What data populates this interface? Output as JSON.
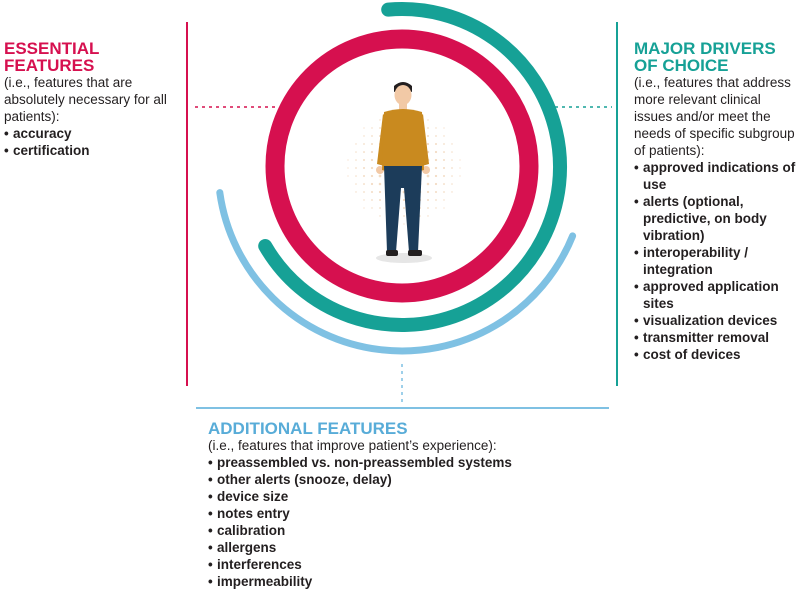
{
  "colors": {
    "essential": "#d6104f",
    "drivers": "#16a196",
    "additional": "#7fc1e3",
    "shirt": "#c98a1f",
    "pants": "#1c3c5a",
    "skin": "#f2c9a6",
    "hair": "#231f20",
    "dots": "#f3dcc4"
  },
  "essential": {
    "title_line1": "ESSENTIAL",
    "title_line2": "FEATURES",
    "desc": "(i.e., features that are absolutely necessary for all patients):",
    "items": [
      "accuracy",
      "certification"
    ]
  },
  "drivers": {
    "title_line1": "MAJOR DRIVERS",
    "title_line2": "OF CHOICE",
    "desc": "(i.e., features that address more relevant clinical issues and/or meet the needs of specific subgroup of patients):",
    "items": [
      "approved indications of use",
      "alerts (optional, predictive, on body vibration)",
      "interoperability / integration",
      "approved application sites",
      "visualization devices",
      "transmitter removal",
      "cost of devices"
    ]
  },
  "additional": {
    "title": "ADDITIONAL FEATURES",
    "desc": "(i.e., features that improve patient’s experience):",
    "items": [
      "preassembled vs. non-preassembled systems",
      "other alerts (snooze, delay)",
      "device size",
      "notes entry",
      "calibration",
      "allergens",
      "interferences",
      "impermeability"
    ]
  }
}
